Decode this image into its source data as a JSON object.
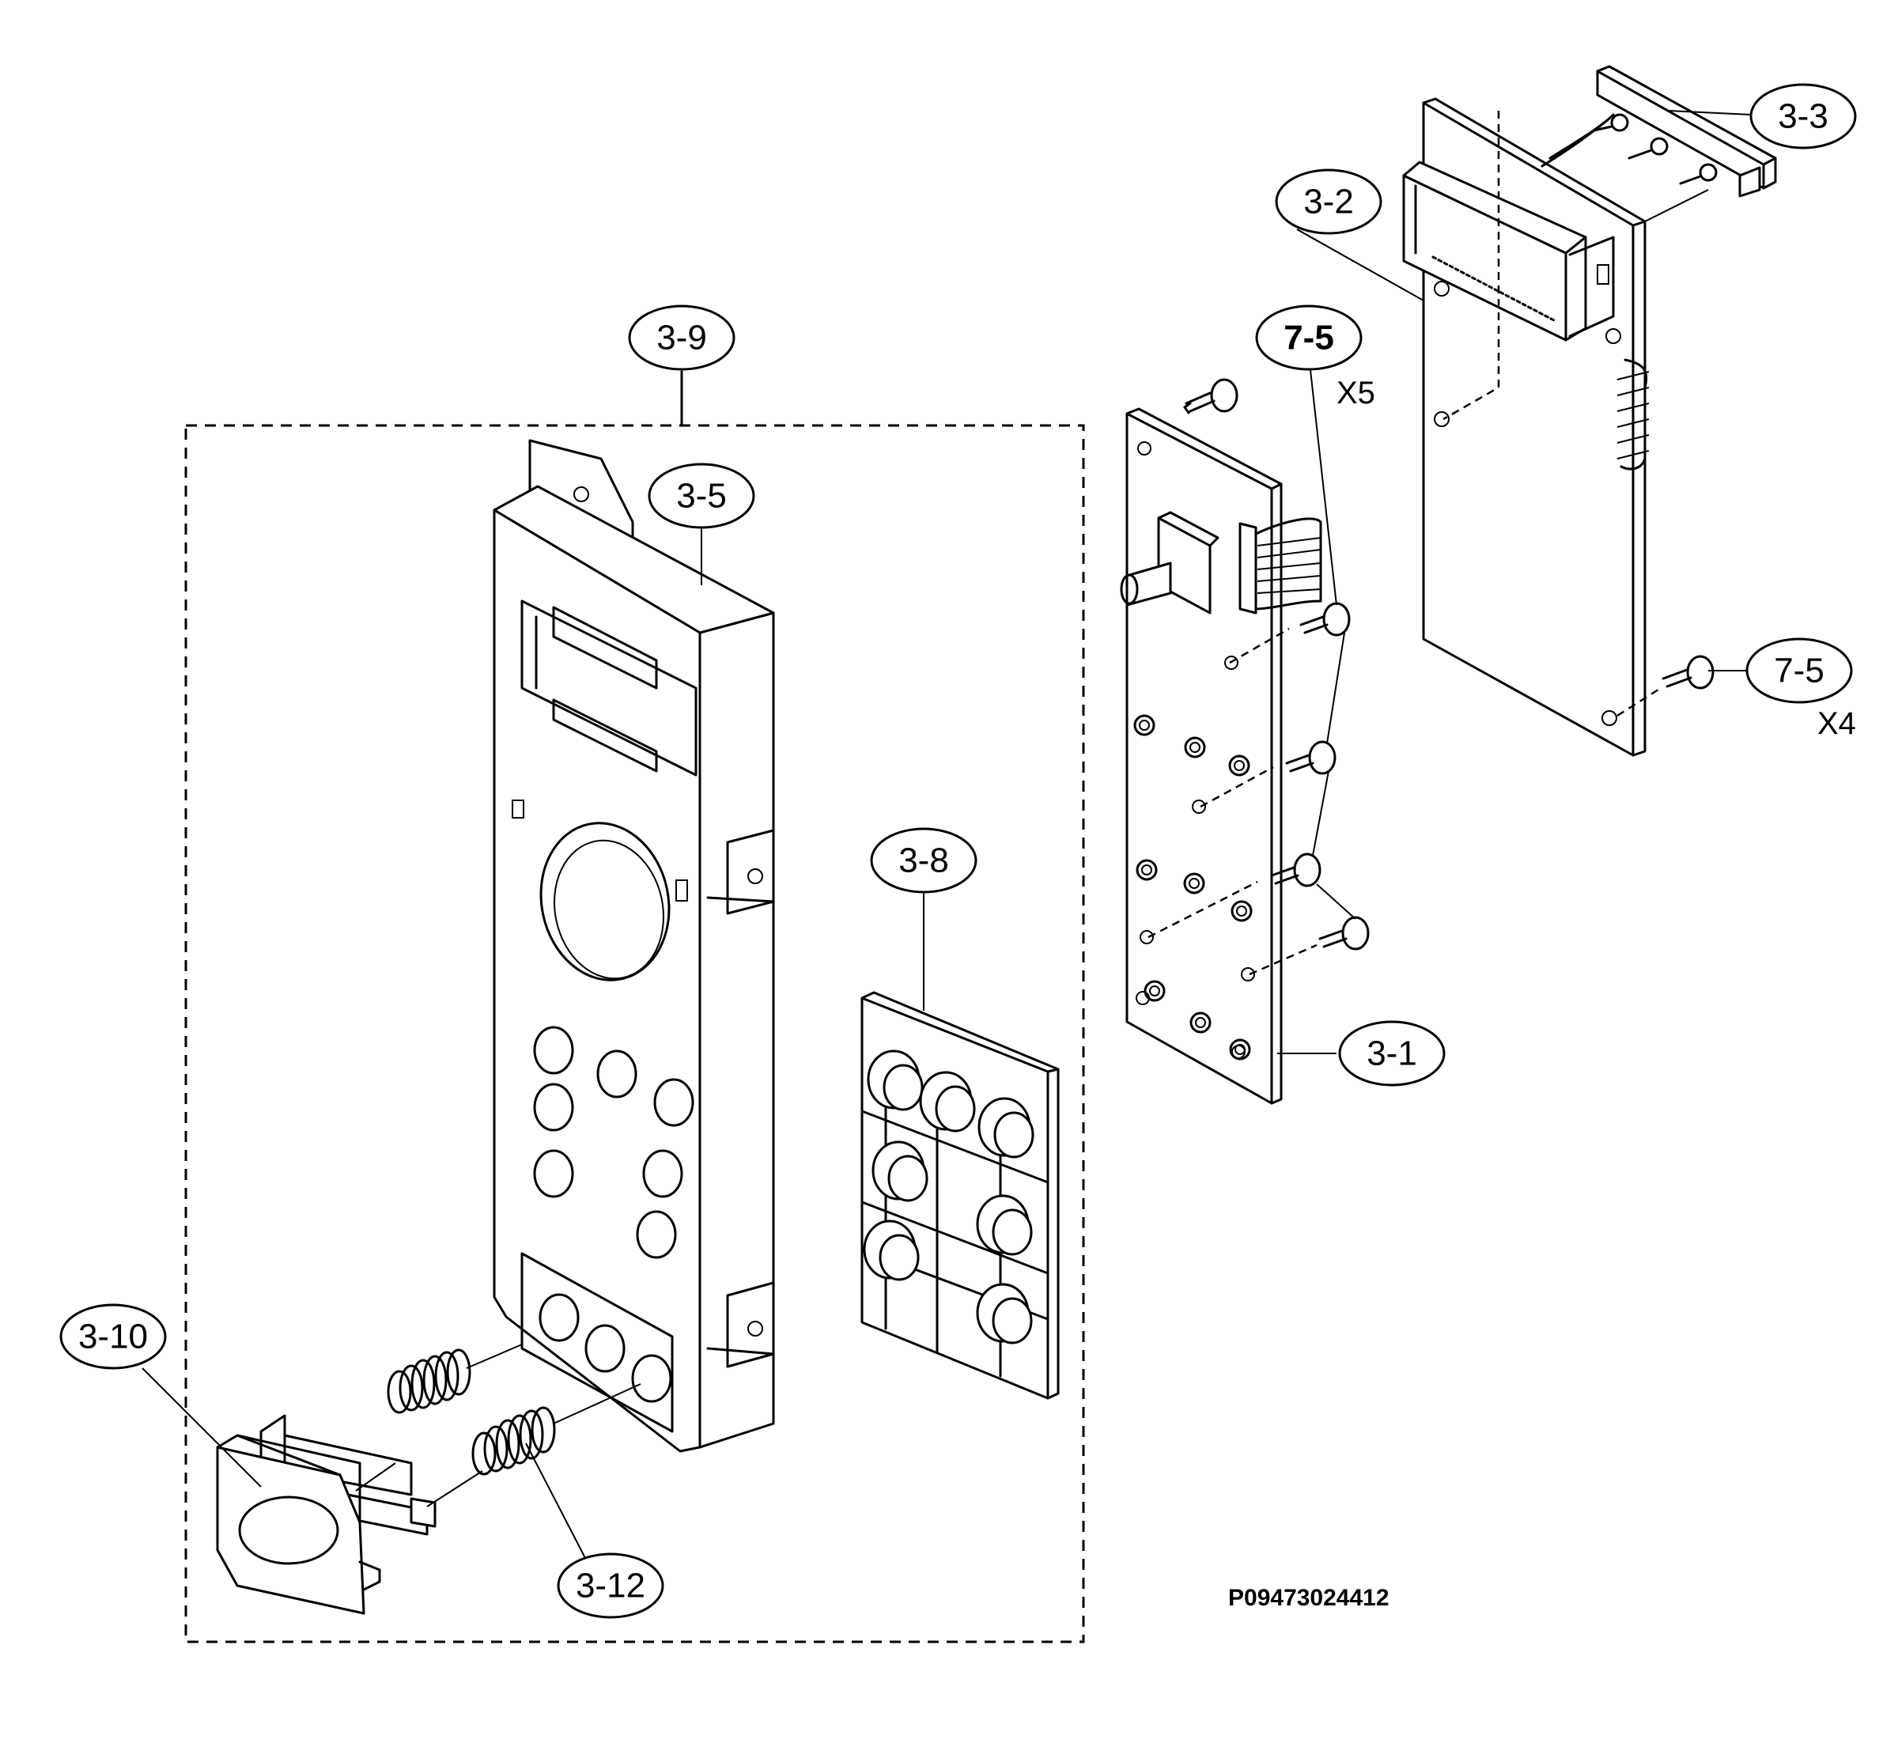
{
  "labels": {
    "p3_1": "3-1",
    "p3_2": "3-2",
    "p3_3": "3-3",
    "p3_5": "3-5",
    "p3_8": "3-8",
    "p3_9": "3-9",
    "p3_10": "3-10",
    "p3_12": "3-12",
    "p7_5_top": "7-5",
    "p7_5_right": "7-5"
  },
  "quantities": {
    "x5": "X5",
    "x4": "X4"
  },
  "drawing_code": "P09473024412"
}
